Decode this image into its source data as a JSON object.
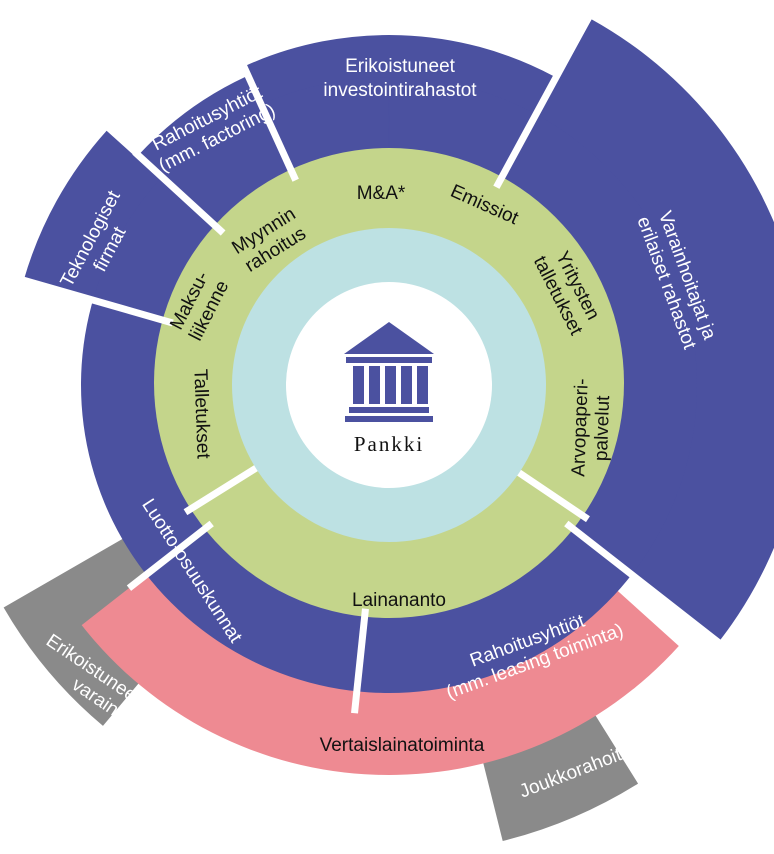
{
  "center": {
    "label": "Pankki",
    "icon": "bank-building-icon"
  },
  "inner_ring": {
    "labels": {
      "ma": "M&A*",
      "emissiot": "Emissiot",
      "myynnin_1": "Myynnin",
      "myynnin_2": "rahoitus",
      "yritysten_1": "Yritysten",
      "yritysten_2": "talletukset",
      "maksu_1": "Maksu-",
      "maksu_2": "liikenne",
      "arvo_1": "Arvopaperi-",
      "arvo_2": "palvelut",
      "talletukset": "Talletukset",
      "lainananto": "Lainananto"
    }
  },
  "outer_ring": {
    "erikoistuneet_1": "Erikoistuneet",
    "erikoistuneet_2": "investointirahastot",
    "rahoitusyhtiot_f_1": "Rahoitusyhtiöt",
    "rahoitusyhtiot_f_2": "(mm. factoring)",
    "teknologiset_1": "Teknologiset",
    "teknologiset_2": "firmat",
    "varainhoitajat_1": "Varainhoitajat ja",
    "varainhoitajat_2": "erilaiset rahastot",
    "luotto": "Luotto-osuuskunnat",
    "rahoitusyhtiot_l_1": "Rahoitusyhtiöt",
    "rahoitusyhtiot_l_2": "(mm. leasing toiminta)"
  },
  "bottom_ring": {
    "vertais": "Vertaislainatoiminta",
    "erikoistuneet_v_1": "Erikoistuneet välittäjät ja",
    "erikoistuneet_v_2": "varainhoitajat",
    "joukko": "Joukkorahoitus"
  },
  "colors": {
    "navy": "#4b51a0",
    "green": "#c4d58b",
    "cyan": "#bde1e3",
    "pink": "#ee8a92",
    "gray": "#8a8a8a",
    "icon": "#4b51a0"
  }
}
